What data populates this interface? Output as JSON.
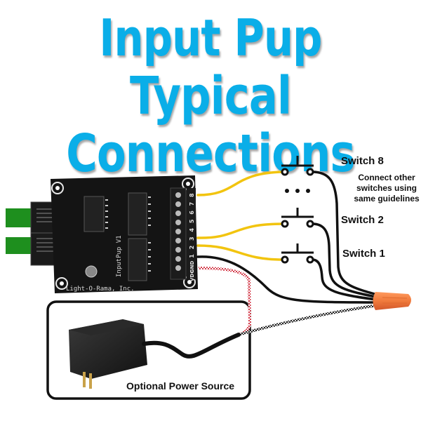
{
  "title": {
    "line1": "Input Pup",
    "line2": "Typical Connections",
    "color": "#0aaee8"
  },
  "board": {
    "name": "InputPup V1",
    "maker_text": "Light-O-Rama, Inc.",
    "terminal_labels": [
      "8",
      "7",
      "6",
      "5",
      "4",
      "3",
      "2",
      "1",
      "GND",
      "VDC"
    ],
    "jack_color": "#1e8f1e",
    "pcb_color": "#141414"
  },
  "switches": [
    {
      "label": "Switch 8"
    },
    {
      "label": "Switch 2"
    },
    {
      "label": "Switch 1"
    }
  ],
  "ellipsis_icon": "vertical-gap-dots",
  "note": {
    "line1": "Connect other",
    "line2": "switches using",
    "line3": "same guidelines"
  },
  "wires": {
    "signal_color": "#f2c40f",
    "common_color": "#111111",
    "power_positive_color": "#d33b4a",
    "wire_nut_color": "#f07a3c"
  },
  "power_source": {
    "label": "Optional Power Source",
    "adapter_icon": "wall-adapter-icon"
  }
}
